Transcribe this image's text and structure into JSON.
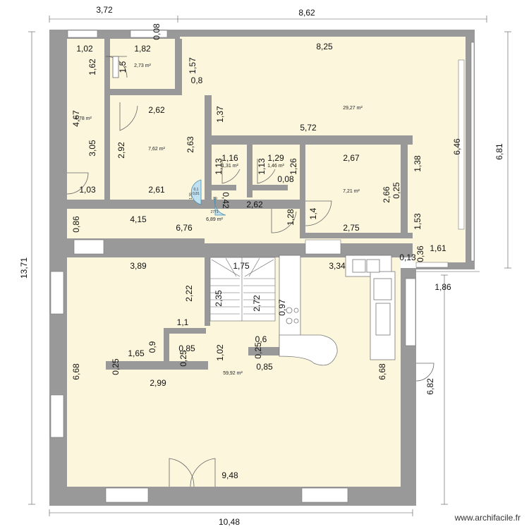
{
  "outer_dimensions": {
    "top_left": "3,72",
    "top_right": "8,62",
    "right_upper": "6,81",
    "right_lower": "6,82",
    "left_total": "13,71",
    "bottom": "10,48",
    "right_mid": "1,86"
  },
  "rooms": {
    "small_top_left": "2,73 m²",
    "left_corridor": "4,78 m²",
    "bedroom_small": "7,62 m²",
    "big_room": "29,27 m²",
    "wc_1": "1,31 m²",
    "wc_2": "1,46 m²",
    "bedroom_right": "7,21 m²",
    "hall": "6,89 m²",
    "living": "59,92 m²",
    "tiny_a": "0,1",
    "tiny_b": "89",
    "tiny_c": "2771"
  },
  "dimensions": [
    "1,02",
    "1,82",
    "0,08",
    "8,25",
    "1,62",
    "1,5",
    "1,57",
    "0,8",
    "4,67",
    "2,62",
    "1,37",
    "5,72",
    "3,05",
    "2,92",
    "2,63",
    "1,16",
    "1,29",
    "1,13",
    "1,13",
    "1,26",
    "2,67",
    "1,38",
    "6,46",
    "1,03",
    "2,61",
    "0,08",
    "2,66",
    "0,25",
    "0,42",
    "2,62",
    "1,28",
    "1,4",
    "1,53",
    "0,86",
    "4,15",
    "6,76",
    "2,75",
    "0,36",
    "0,13",
    "1,61",
    "3,89",
    "1,75",
    "3,34",
    "2,22",
    "2,35",
    "2,72",
    "0,97",
    "1,1",
    "0,6",
    "0,9",
    "1,65",
    "0,85",
    "1,02",
    "0,25",
    "0,25",
    "0,85",
    "0,25",
    "2,99",
    "6,68",
    "6,68",
    "9,48",
    "1,26",
    "0,81"
  ],
  "watermark": "www.archifacile.fr"
}
